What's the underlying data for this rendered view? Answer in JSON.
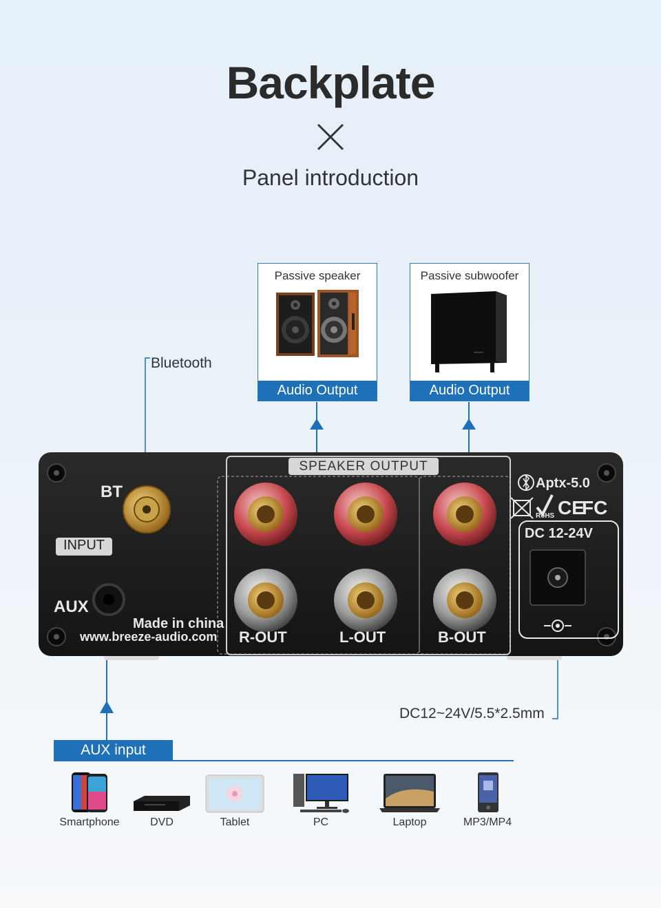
{
  "header": {
    "title": "Backplate",
    "subtitle": "Panel introduction"
  },
  "outputs": [
    {
      "caption": "Passive speaker",
      "label": "Audio Output"
    },
    {
      "caption": "Passive subwoofer",
      "label": "Audio Output"
    }
  ],
  "callouts": {
    "bluetooth": "Bluetooth",
    "dc_spec": "DC12~24V/5.5*2.5mm",
    "aux_input": "AUX input"
  },
  "panel": {
    "bt": "BT",
    "input": "INPUT",
    "aux": "AUX",
    "made_in": "Made in china",
    "website": "www.breeze-audio.com",
    "speaker_output": "SPEAKER OUTPUT",
    "r_out": "R-OUT",
    "l_out": "L-OUT",
    "b_out": "B-OUT",
    "aptx": "Aptx-5.0",
    "rohs": "RoHS",
    "ce": "CE",
    "fc": "FC",
    "dc": "DC 12-24V",
    "polarity": "+-◎-–"
  },
  "sources": [
    {
      "name": "Smartphone",
      "icon": "smartphone-icon"
    },
    {
      "name": "DVD",
      "icon": "dvd-player-icon"
    },
    {
      "name": "Tablet",
      "icon": "tablet-icon"
    },
    {
      "name": "PC",
      "icon": "pc-icon"
    },
    {
      "name": "Laptop",
      "icon": "laptop-icon"
    },
    {
      "name": "MP3/MP4",
      "icon": "mp3-player-icon"
    }
  ],
  "colors": {
    "accent": "#1e70b8",
    "panel": "#1a1a1a",
    "label_bg": "#d8d8d8"
  }
}
